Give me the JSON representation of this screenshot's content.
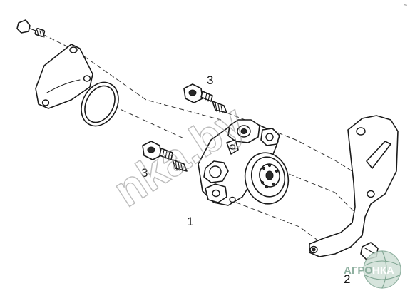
{
  "callouts": {
    "pump": "1",
    "bracket": "2",
    "bolt_top": "3",
    "bolt_left": "3"
  },
  "watermark": {
    "text": "nka.by"
  },
  "logo": {
    "text_left": "АГРО",
    "text_right": "НКА",
    "color": "#5a8a6e"
  },
  "corner_mark": "~"
}
